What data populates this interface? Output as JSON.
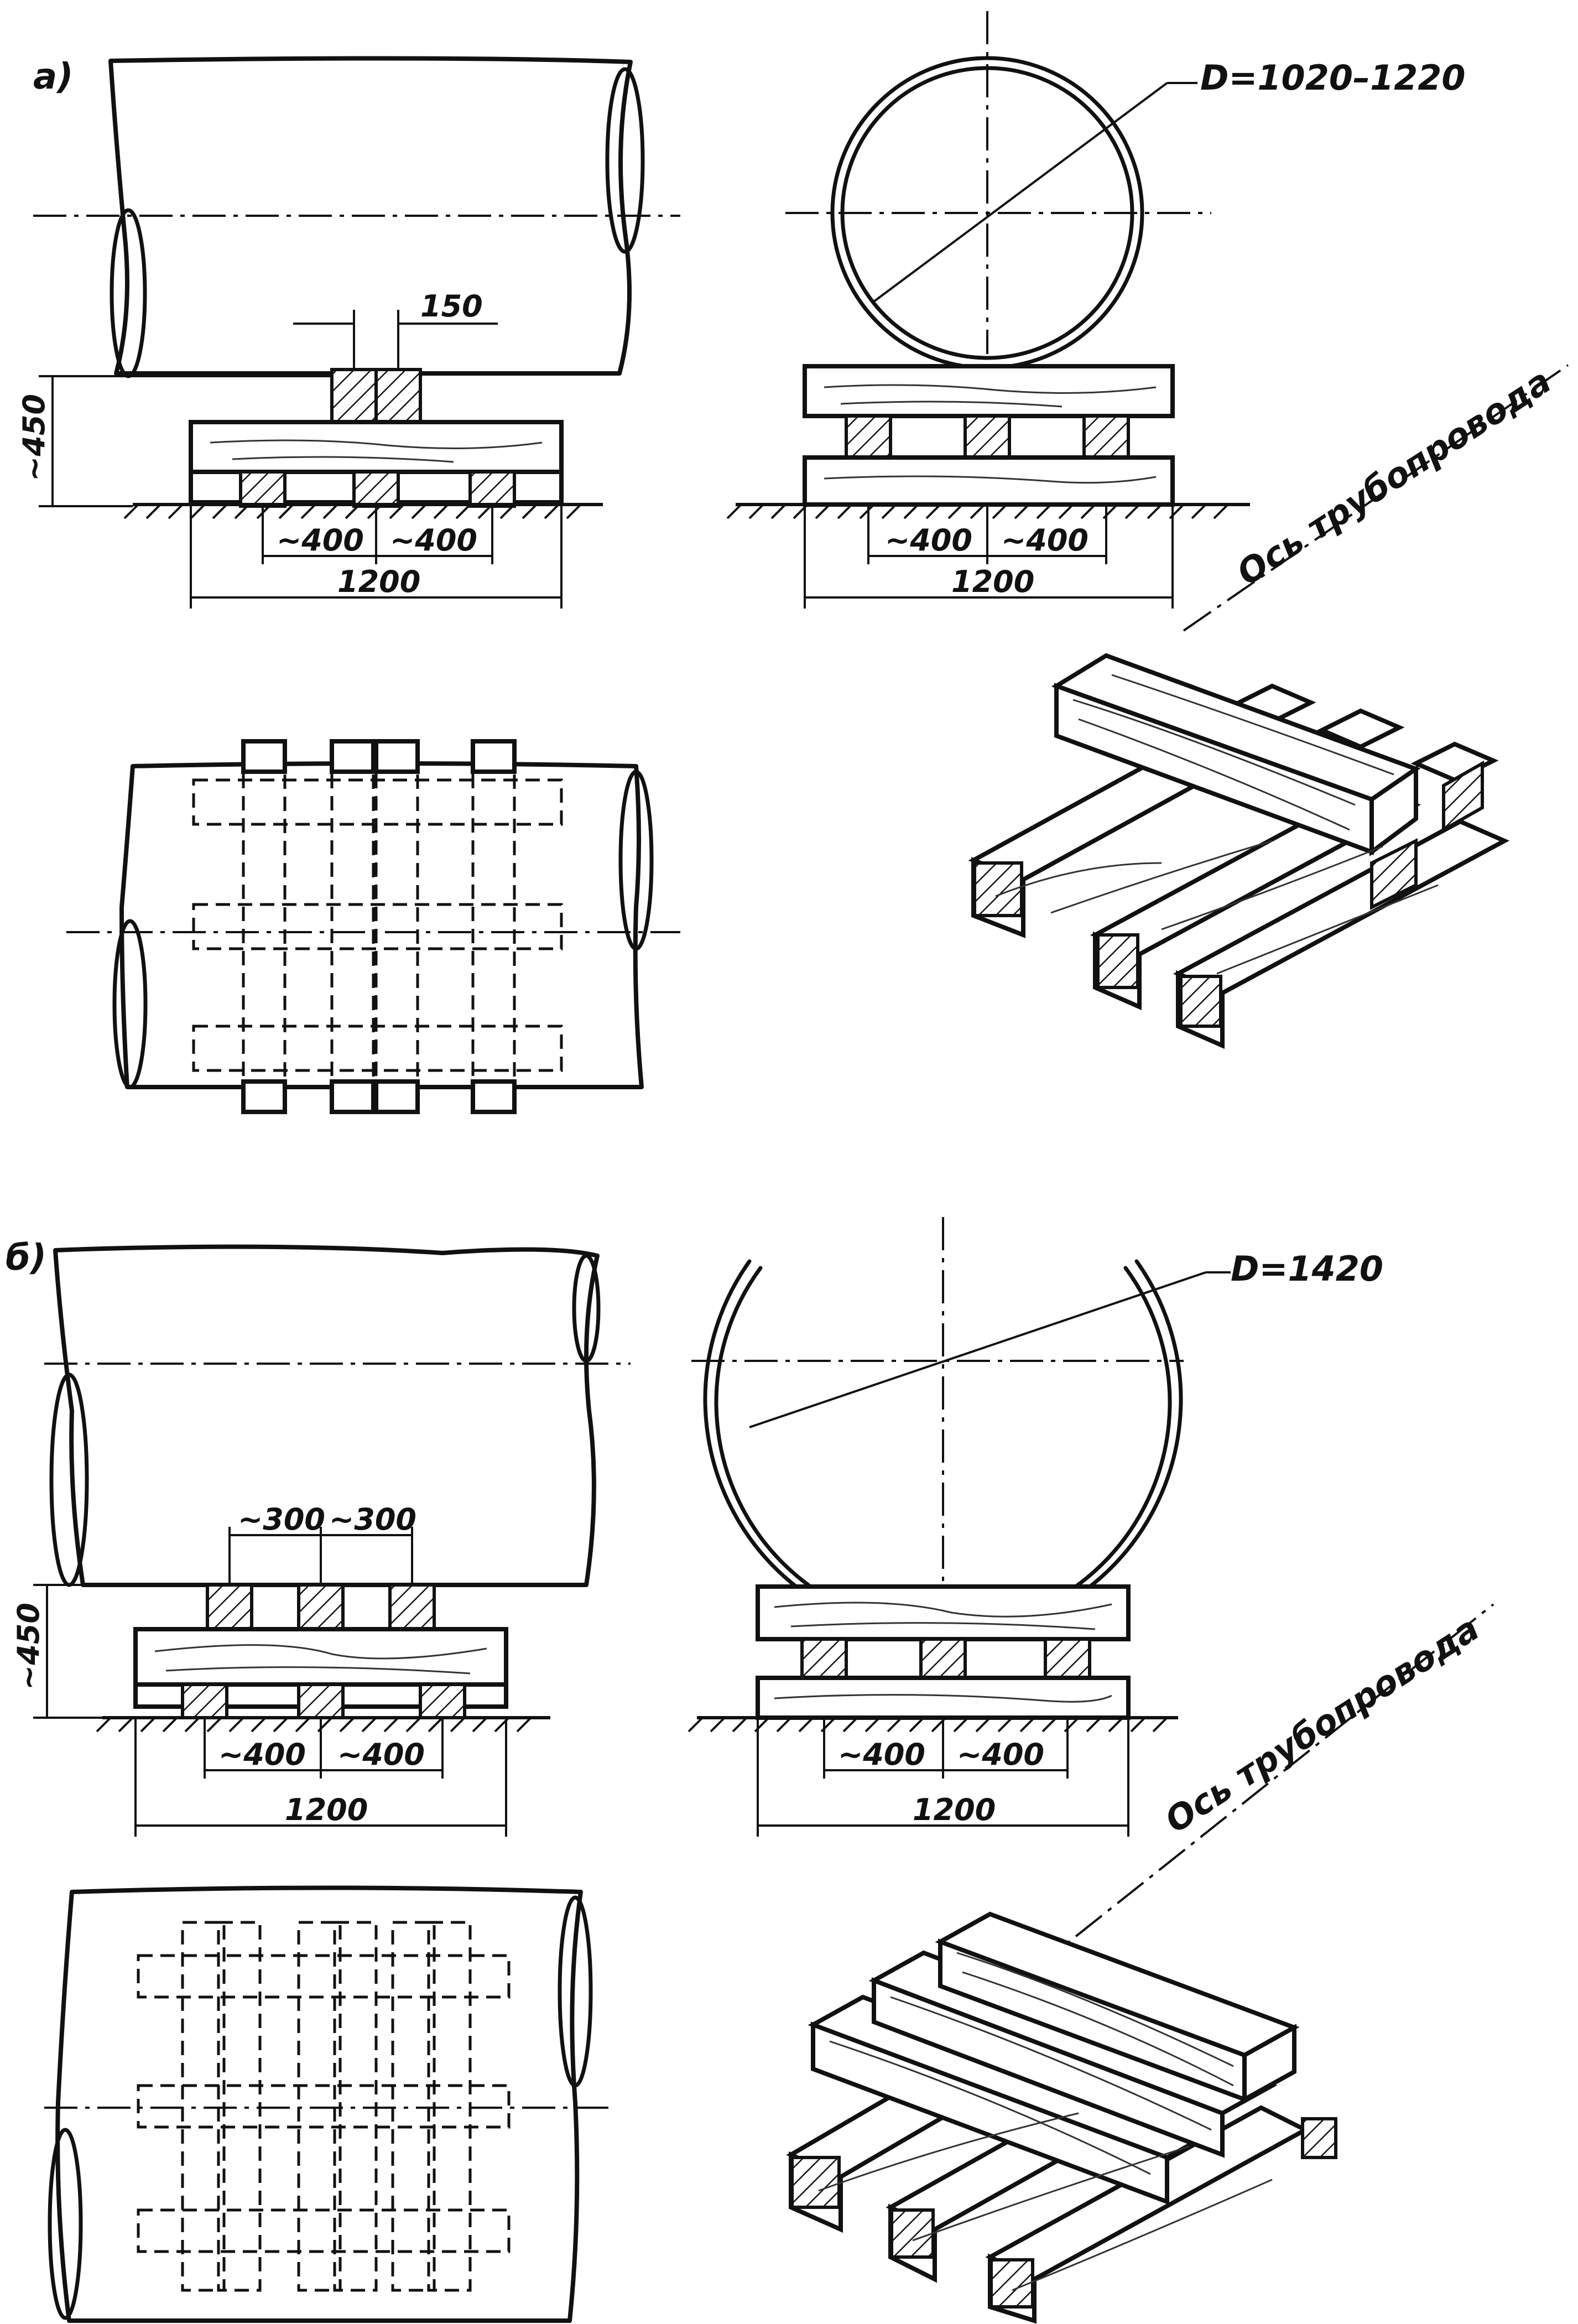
{
  "panels": [
    {
      "id": "a",
      "label": "а)",
      "diameter": "D=1020–1220",
      "side": {
        "dim_gap": "150",
        "dim_height": "~450",
        "dim_left": "~400",
        "dim_right": "~400",
        "dim_total": "1200"
      },
      "front": {
        "dim_left": "~400",
        "dim_right": "~400",
        "dim_total": "1200"
      },
      "axis_label": "Ось трубопровода"
    },
    {
      "id": "b",
      "label": "б)",
      "diameter": "D=1420",
      "side": {
        "dim_top_left": "~300",
        "dim_top_right": "~300",
        "dim_height": "~450",
        "dim_left": "~400",
        "dim_right": "~400",
        "dim_total": "1200"
      },
      "front": {
        "dim_left": "~400",
        "dim_right": "~400",
        "dim_total": "1200"
      },
      "axis_label": "Ось трубопровода"
    }
  ]
}
